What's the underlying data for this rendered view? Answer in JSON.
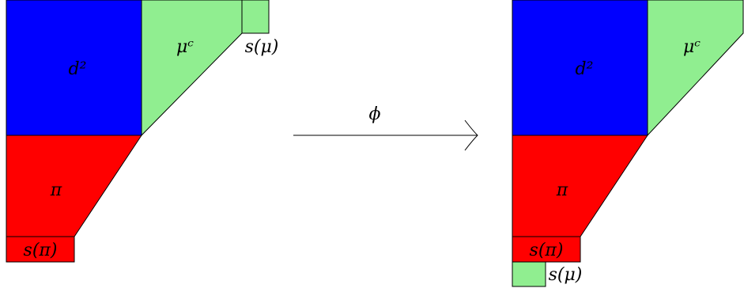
{
  "colors": {
    "blue": "#0000ff",
    "red": "#ff0000",
    "green": "#90ee90",
    "stroke": "#000000"
  },
  "left": {
    "d2": "d²",
    "mu_c": "μᶜ",
    "pi": "π",
    "s_pi": "s(π)",
    "s_mu": "s(μ)"
  },
  "arrow": {
    "label": "ϕ"
  },
  "right": {
    "d2": "d²",
    "mu_c": "μᶜ",
    "pi": "π",
    "s_pi": "s(π)",
    "s_mu": "s(μ)"
  }
}
